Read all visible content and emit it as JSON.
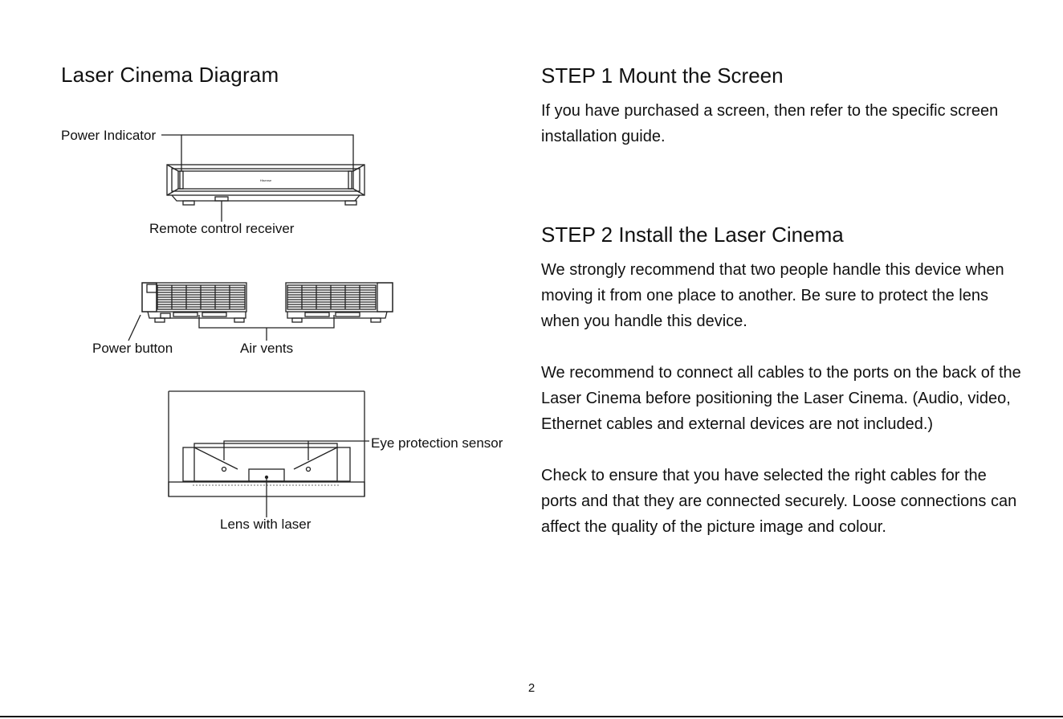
{
  "diagram": {
    "title": "Laser Cinema Diagram",
    "labels": {
      "power_indicator": "Power Indicator",
      "remote_receiver": "Remote control receiver",
      "power_button": "Power button",
      "air_vents": "Air vents",
      "eye_sensor": "Eye protection sensor",
      "lens": "Lens with laser"
    }
  },
  "steps": [
    {
      "title": "STEP 1 Mount the Screen",
      "paragraphs": [
        "If you have purchased a screen, then refer to the specific screen installation guide."
      ]
    },
    {
      "title": "STEP 2  Install the Laser Cinema",
      "paragraphs": [
        "We strongly recommend that two people handle this device when moving it from one place to another. Be sure to protect the lens when you handle this device.",
        "We recommend to connect all cables to the ports on the back of the Laser Cinema before positioning the Laser Cinema. (Audio, video, Ethernet cables and external devices are not included.)",
        "Check to ensure that you have selected the right cables for the ports and that they are connected securely. Loose connections can affect the quality of the picture image and colour."
      ]
    }
  ],
  "page_number": "2"
}
